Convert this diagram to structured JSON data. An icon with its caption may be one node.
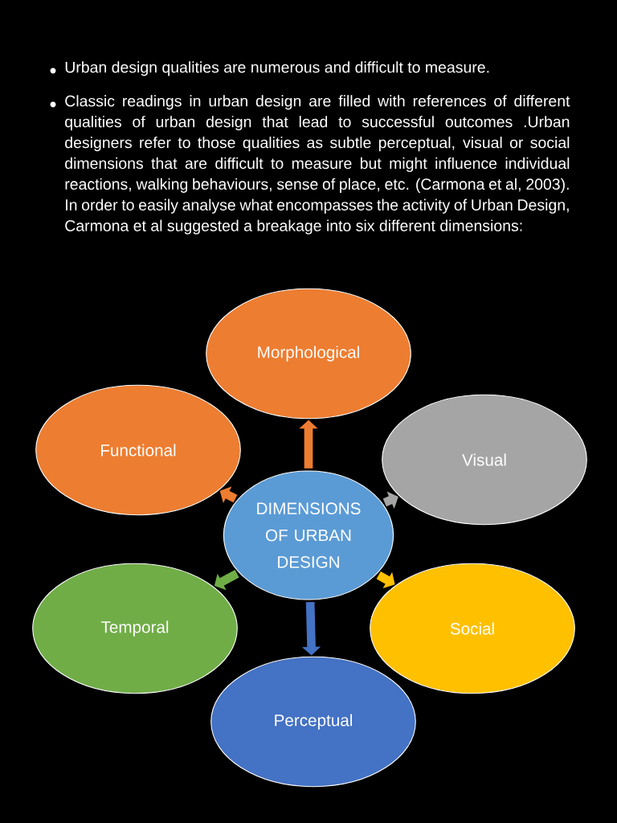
{
  "diagram": {
    "nodes": [
      {
        "text": [
          "Morphological"
        ]
      },
      {
        "text": [
          "Functional"
        ]
      },
      {
        "text": [
          "Visual"
        ]
      },
      {
        "text": [
          "DIMENSIONS OF URBAN DESIGN"
        ]
      },
      {
        "text": [
          "Temporal"
        ]
      },
      {
        "text": [
          "Social"
        ]
      },
      {
        "text": [
          "Perceptual"
        ]
      }
    ],
    "edges": [
      {
        "from": 3,
        "to": 0,
        "arrow": "to",
        "color": "#ed7d31"
      },
      {
        "from": 3,
        "to": 1,
        "arrow": "to",
        "color": "#ed7d31"
      },
      {
        "from": 3,
        "to": 2,
        "arrow": "to",
        "color": "#a5a5a5"
      },
      {
        "from": 3,
        "to": 4,
        "arrow": "to",
        "color": "#70ad47"
      },
      {
        "from": 3,
        "to": 5,
        "arrow": "to",
        "color": "#ffc000"
      },
      {
        "from": 3,
        "to": 6,
        "arrow": "to",
        "color": "#4472c4"
      }
    ],
    "labels": [
      "Urban design qualities are numerous and difficult to measure.",
      "Classic readings in urban design are filled with references of different qualities of urban design that lead to successful outcomes .Urban designers refer to those qualities as subtle perceptual, visual or social dimensions that are difficult to measure but might influence individual reactions, walking behaviours, sense of place, etc. (Carmona et al, 2003). In order to easily analyse what encompasses the activity of Urban Design, Carmona et al suggested a breakage into six different dimensions:"
    ]
  }
}
